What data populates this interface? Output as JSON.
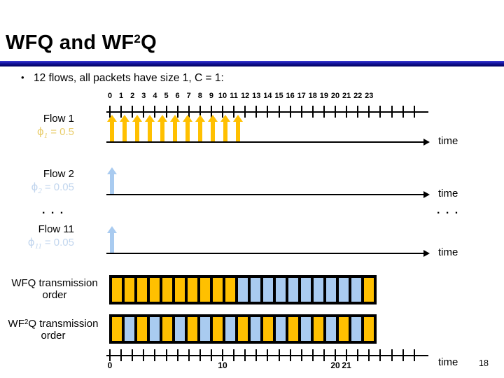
{
  "slide": {
    "title": {
      "pre": "WFQ and WF",
      "sup": "2",
      "post": "Q"
    },
    "bullet": "12 flows, all packets have size 1, C = 1:",
    "page_number": "18"
  },
  "colors": {
    "accent_bar": "#14149e",
    "gold": "#FFC000",
    "gold_label": "#E9CD6B",
    "blue": "#A9CBF0",
    "blue_label": "#C2D6EE",
    "axis": "#000000"
  },
  "top_axis": {
    "tick_count": 28,
    "labels": [
      "0",
      "1",
      "2",
      "3",
      "4",
      "5",
      "6",
      "7",
      "8",
      "9",
      "10",
      "11",
      "12",
      "13",
      "14",
      "15",
      "16",
      "17",
      "18",
      "19",
      "20",
      "21",
      "22",
      "23"
    ]
  },
  "flows": [
    {
      "name": "Flow 1",
      "phi_symbol": "ϕ",
      "phi_sub": "1",
      "phi_eq": "= 0.5",
      "packet_count": 11,
      "color": "gold",
      "label_color": "gold_label",
      "time_label": "time"
    },
    {
      "name": "Flow 2",
      "phi_symbol": "ϕ",
      "phi_sub": "2",
      "phi_eq": "= 0.05",
      "packet_count": 1,
      "color": "blue",
      "label_color": "blue_label",
      "time_label": "time"
    },
    {
      "name": "Flow 11",
      "phi_symbol": "ϕ",
      "phi_sub": "11",
      "phi_eq": "= 0.05",
      "packet_count": 1,
      "color": "blue",
      "label_color": "blue_label",
      "time_label": "time"
    }
  ],
  "ellipsis": {
    "left": ". . .",
    "right": ". . ."
  },
  "wfq_row": {
    "label_line1": "WFQ transmission",
    "label_line2": "order",
    "pattern": "YYYYYYYYYYBBBBBBBBBBY"
  },
  "wf2q_row": {
    "label_pre": "WF",
    "label_sup": "2",
    "label_post": "Q transmission",
    "label_line2": "order",
    "pattern": "YBYBYBYBYBYBYBYBYBYBY"
  },
  "bottom_axis": {
    "tick_count": 28,
    "labels": [
      {
        "text": "0",
        "tick": 0
      },
      {
        "text": "10",
        "tick": 10
      },
      {
        "text": "20",
        "tick": 20
      },
      {
        "text": "21",
        "tick": 21
      }
    ],
    "time_label": "time"
  }
}
